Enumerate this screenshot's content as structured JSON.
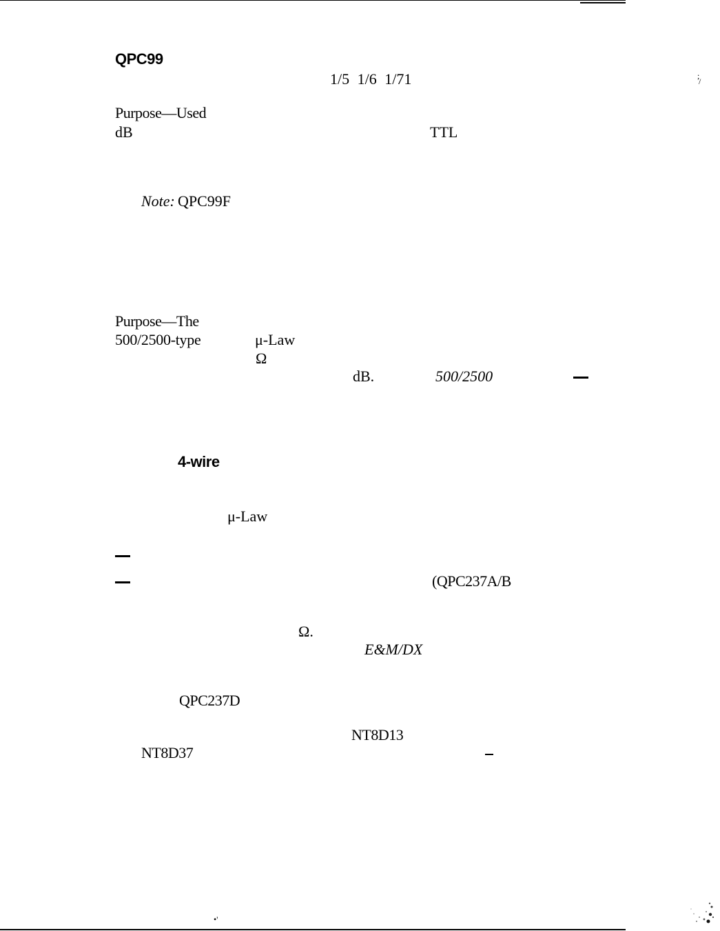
{
  "header": {
    "title": "QPC99",
    "subtitle_ref": "1/5  1/6  1/71"
  },
  "section1": {
    "purpose_label": "Purpose—Used",
    "line2_start": "dB",
    "line2_ttl": "TTL",
    "note_label": "Note:",
    "note_text": "QPC99F"
  },
  "section2": {
    "purpose_label": "Purpose—The",
    "type_text": "500/2500-type",
    "law_text": "μ-Law",
    "omega": "Ω",
    "db_text": "dB.",
    "model_italic": "500/2500"
  },
  "section3": {
    "heading": "4-wire",
    "law_text": "μ-Law",
    "bullet2_ref": "(QPC237A/B",
    "omega": "Ω.",
    "em_dx": "E&M/DX",
    "qpc237d": "QPC237D",
    "nt8d13": "NT8D13",
    "nt8d37": "NT8D37"
  },
  "margin_marks": {
    "top_right": ";",
    "top_right_2": "/",
    "bottom_dot": "•'"
  }
}
